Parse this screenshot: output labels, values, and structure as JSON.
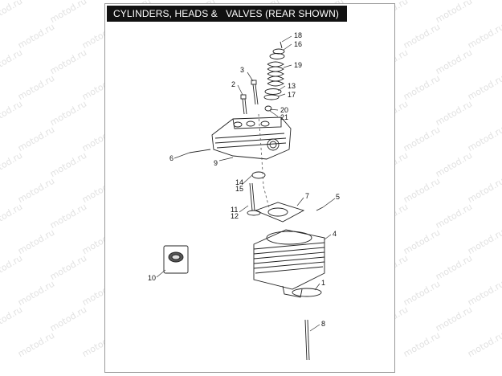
{
  "title": "CYLINDERS, HEADS &   VALVES (REAR SHOWN)",
  "watermark_text": "motod.ru",
  "callouts": {
    "c1": "1",
    "c2": "2",
    "c3": "3",
    "c4": "4",
    "c5": "5",
    "c6": "6",
    "c7": "7",
    "c8": "8",
    "c9": "9",
    "c10": "10",
    "c11": "11",
    "c12": "12",
    "c13": "13",
    "c14": "14",
    "c15": "15",
    "c16": "16",
    "c17": "17",
    "c18": "18",
    "c19": "19",
    "c20": "20",
    "c21": "21"
  },
  "colors": {
    "line": "#222222",
    "watermark": "#e2e2e2",
    "title_bg": "#111111"
  }
}
